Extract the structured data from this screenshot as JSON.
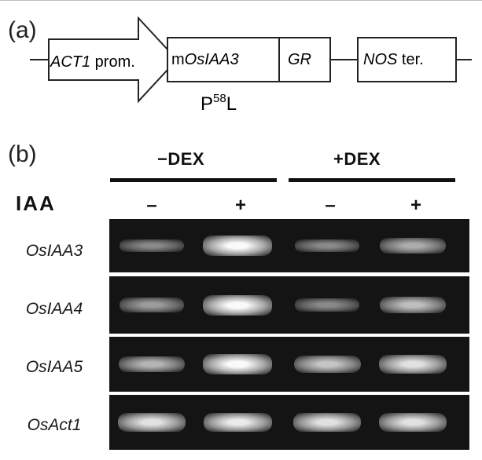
{
  "panel_a": {
    "label": "(a)",
    "actin_promoter": {
      "italic": "ACT1",
      "rest": " prom."
    },
    "gene": {
      "prefix": "m",
      "italic": "OsIAA3"
    },
    "gr": "GR",
    "terminator": {
      "italic": "NOS",
      "rest": " ter."
    },
    "mutation": {
      "base": "P",
      "sup": "58",
      "end": "L"
    }
  },
  "panel_b": {
    "label": "(b)",
    "conditions": [
      "−DEX",
      "+DEX"
    ],
    "iaa_label": "IAA",
    "iaa_signs": [
      "–",
      "+",
      "–",
      "+"
    ],
    "genes": [
      {
        "name": "OsIAA3",
        "band_intensity": [
          0.35,
          1.0,
          0.35,
          0.55
        ]
      },
      {
        "name": "OsIAA4",
        "band_intensity": [
          0.45,
          1.0,
          0.35,
          0.65
        ]
      },
      {
        "name": "OsIAA5",
        "band_intensity": [
          0.6,
          1.0,
          0.7,
          0.85
        ]
      },
      {
        "name": "OsAct1",
        "band_intensity": [
          0.85,
          0.9,
          0.85,
          0.85
        ]
      }
    ]
  }
}
